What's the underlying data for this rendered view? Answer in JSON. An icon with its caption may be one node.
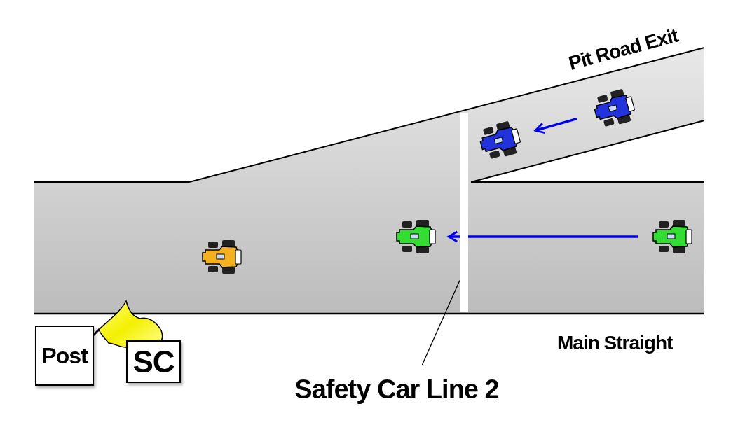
{
  "diagram": {
    "nodes": [
      {
        "text": [],
        "shape": "picture"
      },
      {
        "text": [],
        "shape": "picture"
      },
      {
        "text": [],
        "shape": "picture"
      },
      {
        "text": [],
        "shape": "picture"
      },
      {
        "text": [],
        "shape": "picture"
      },
      {
        "text": [],
        "shape": "bar"
      },
      {
        "text": [
          "Post"
        ]
      },
      {
        "text": [
          "SC"
        ]
      },
      {
        "text": [
          "Safety Car Line 2"
        ]
      }
    ],
    "edges": [
      {
        "from": 1,
        "to": 0,
        "arrow": "to"
      },
      {
        "from": 4,
        "to": 3,
        "arrow": "to"
      },
      {
        "from": 8,
        "to": 5,
        "arrow": "none",
        "color": "#000000"
      }
    ],
    "labels": [
      "Pit Road Exit",
      "Main Straight"
    ]
  }
}
